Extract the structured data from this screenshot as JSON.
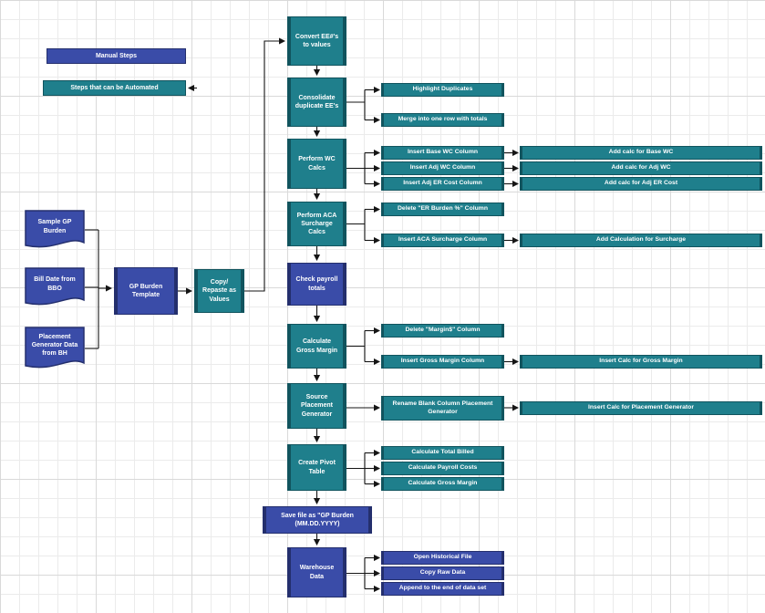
{
  "colors": {
    "manual_blue": "#3a4ca8",
    "manual_blue_dark": "#242f6d",
    "automated_teal": "#1f7f8c",
    "automated_teal_dark": "#11545e",
    "connector": "#151515",
    "grid": "#e0e0e0"
  },
  "legend": {
    "manual": "Manual Steps",
    "automated": "Steps that can be Automated"
  },
  "sources": {
    "sample": "Sample GP Burden",
    "bill_date": "Bill Date from BBO",
    "placement": "Placement Generator Data from BH"
  },
  "prep": {
    "template": "GP Burden Template",
    "copy_values": "Copy/ Repaste as Values"
  },
  "steps": {
    "convert": "Convert EE#'s to values",
    "consolidate": "Consolidate duplicate EE's",
    "wc": "Perform WC Calcs",
    "aca": "Perform ACA Surcharge Calcs",
    "payroll": "Check payroll totals",
    "gross": "Calculate Gross Margin",
    "source_pg": "Source Placement Generator",
    "pivot": "Create Pivot Table",
    "save": "Save file as \"GP Burden (MM.DD.YYYY)",
    "warehouse": "Warehouse Data"
  },
  "substeps": {
    "consolidate": [
      "Highlight Duplicates",
      "Merge into one row with totals"
    ],
    "wc": [
      "Insert Base WC Column",
      "Insert Adj WC Column",
      "Insert Adj ER Cost Column"
    ],
    "wc_detail": [
      "Add calc for Base WC",
      "Add calc for Adj WC",
      "Add calc for Adj ER Cost"
    ],
    "aca": [
      "Delete \"ER Burden %\" Column",
      "Insert ACA Surcharge Column"
    ],
    "aca_detail": [
      "Add Calculation for Surcharge"
    ],
    "gross": [
      "Delete \"Margin$\" Column",
      "Insert Gross Margin Column"
    ],
    "gross_detail": [
      "Insert Calc for Gross Margin"
    ],
    "source_pg": [
      "Rename Blank Column Placement Generator"
    ],
    "source_pg_detail": [
      "Insert Calc for Placement Generator"
    ],
    "pivot": [
      "Calculate Total Billed",
      "Calculate Payroll Costs",
      "Calculate Gross Margin"
    ],
    "warehouse": [
      "Open Historical File",
      "Copy Raw Data",
      "Append to the end of data set"
    ]
  }
}
